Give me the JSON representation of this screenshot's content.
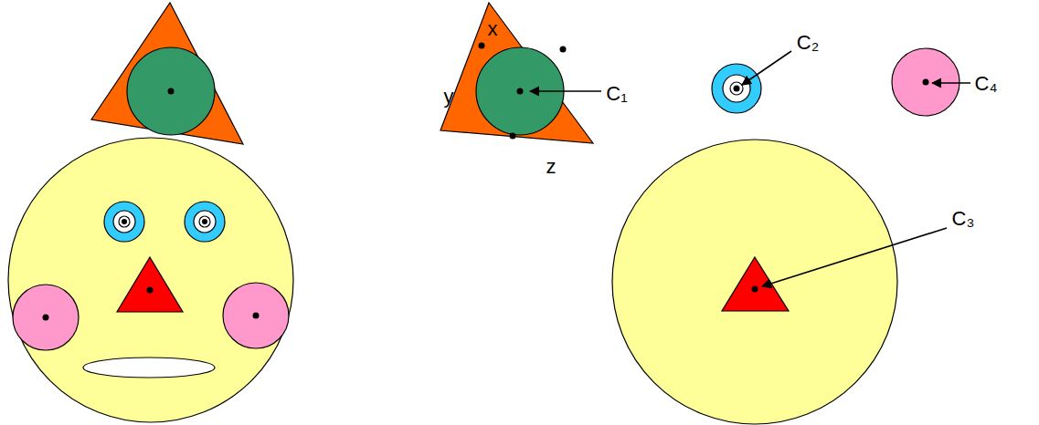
{
  "diagram": {
    "labels": [
      "x",
      "y",
      "z",
      "C₁",
      "C₂",
      "C₃",
      "C₄"
    ]
  }
}
